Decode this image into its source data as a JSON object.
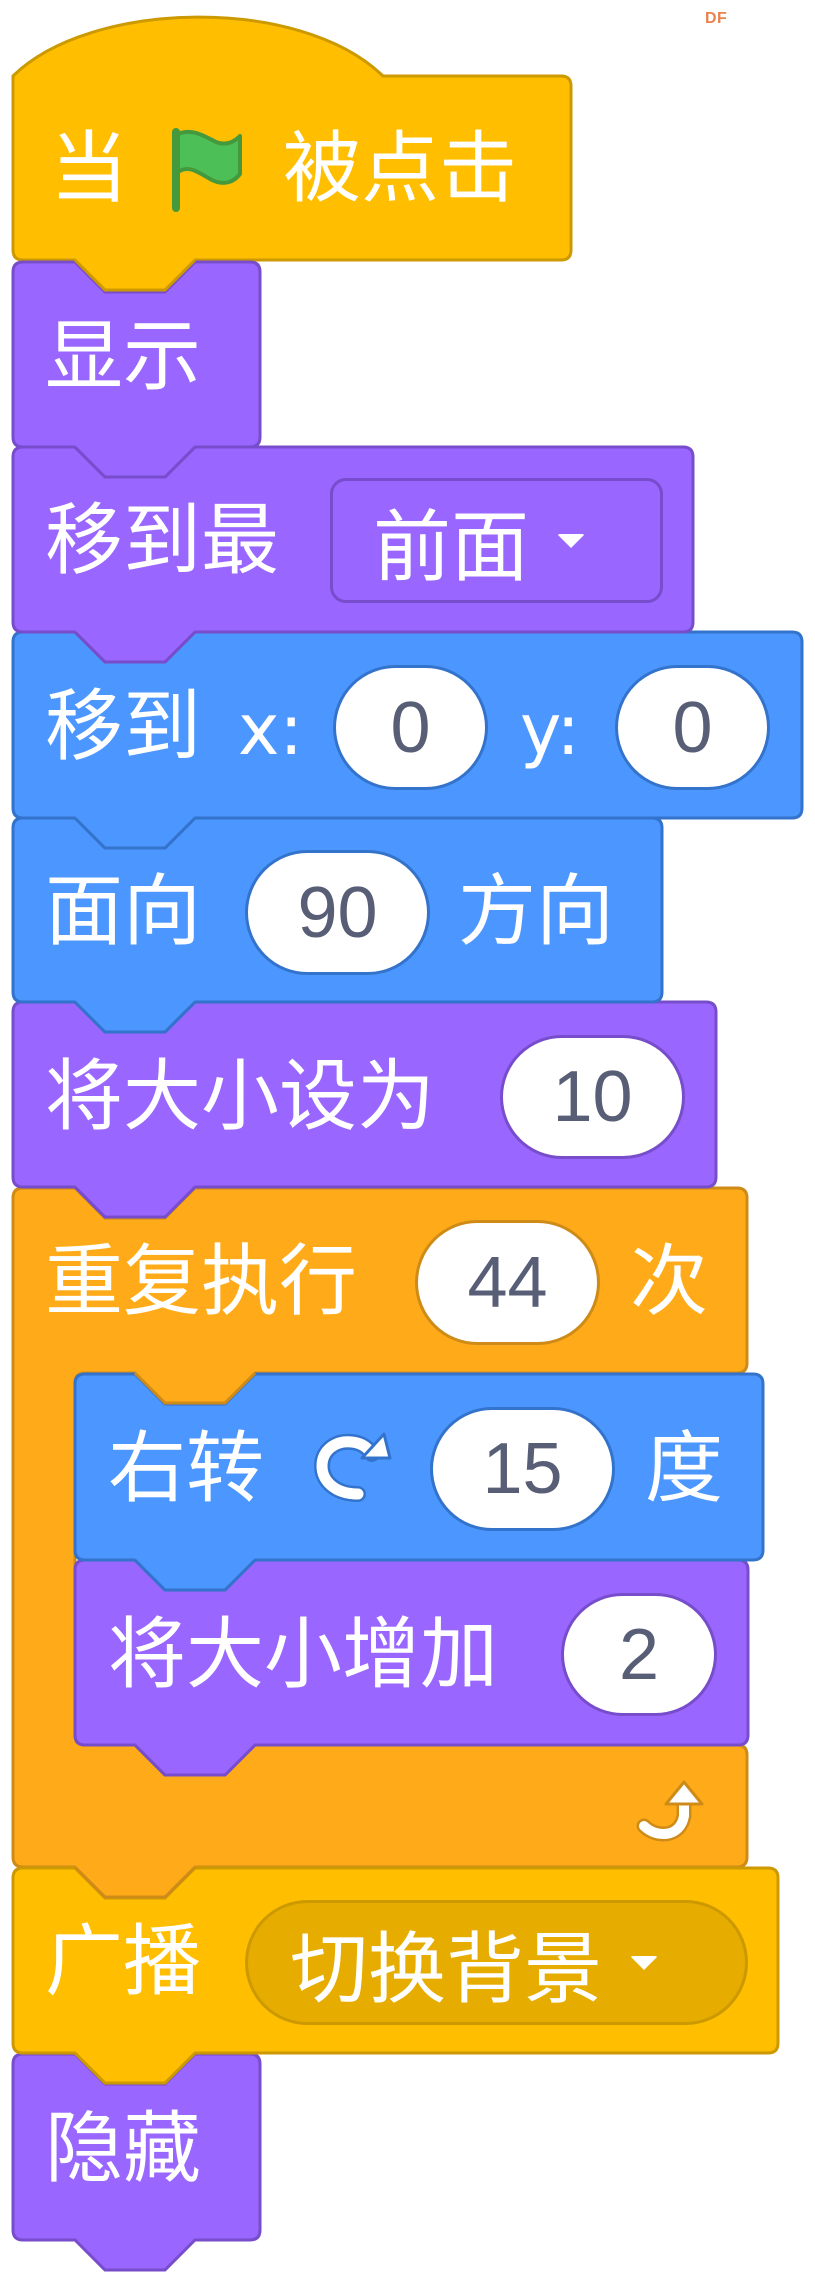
{
  "watermark": "DF",
  "colors": {
    "event": "#FFBF00",
    "event_border": "#CC9900",
    "event_field": "#E6AC00",
    "control": "#FFAB19",
    "control_border": "#CF8B17",
    "motion": "#4C97FF",
    "motion_border": "#3373CC",
    "looks": "#9966FF",
    "looks_border": "#774DCB",
    "number_text": "#575E75",
    "flag_green": "#4CBF56",
    "flag_border": "#45993D"
  },
  "script": {
    "hat": {
      "label_before": "当",
      "icon": "green-flag-icon",
      "label_after": "被点击"
    },
    "show": {
      "label": "显示"
    },
    "go_to_layer": {
      "label": "移到最",
      "dropdown": "前面"
    },
    "go_to_xy": {
      "label": "移到",
      "x_label": "x:",
      "x_value": "0",
      "y_label": "y:",
      "y_value": "0"
    },
    "point_direction": {
      "label": "面向",
      "value": "90",
      "suffix": "方向"
    },
    "set_size": {
      "label": "将大小设为",
      "value": "10"
    },
    "repeat": {
      "label": "重复执行",
      "value": "44",
      "suffix": "次",
      "loop_icon": "loop-arrow-icon",
      "turn_right": {
        "label": "右转",
        "icon": "rotate-clockwise-icon",
        "value": "15",
        "suffix": "度"
      },
      "change_size": {
        "label": "将大小增加",
        "value": "2"
      }
    },
    "broadcast": {
      "label": "广播",
      "dropdown": "切换背景"
    },
    "hide": {
      "label": "隐藏"
    }
  }
}
